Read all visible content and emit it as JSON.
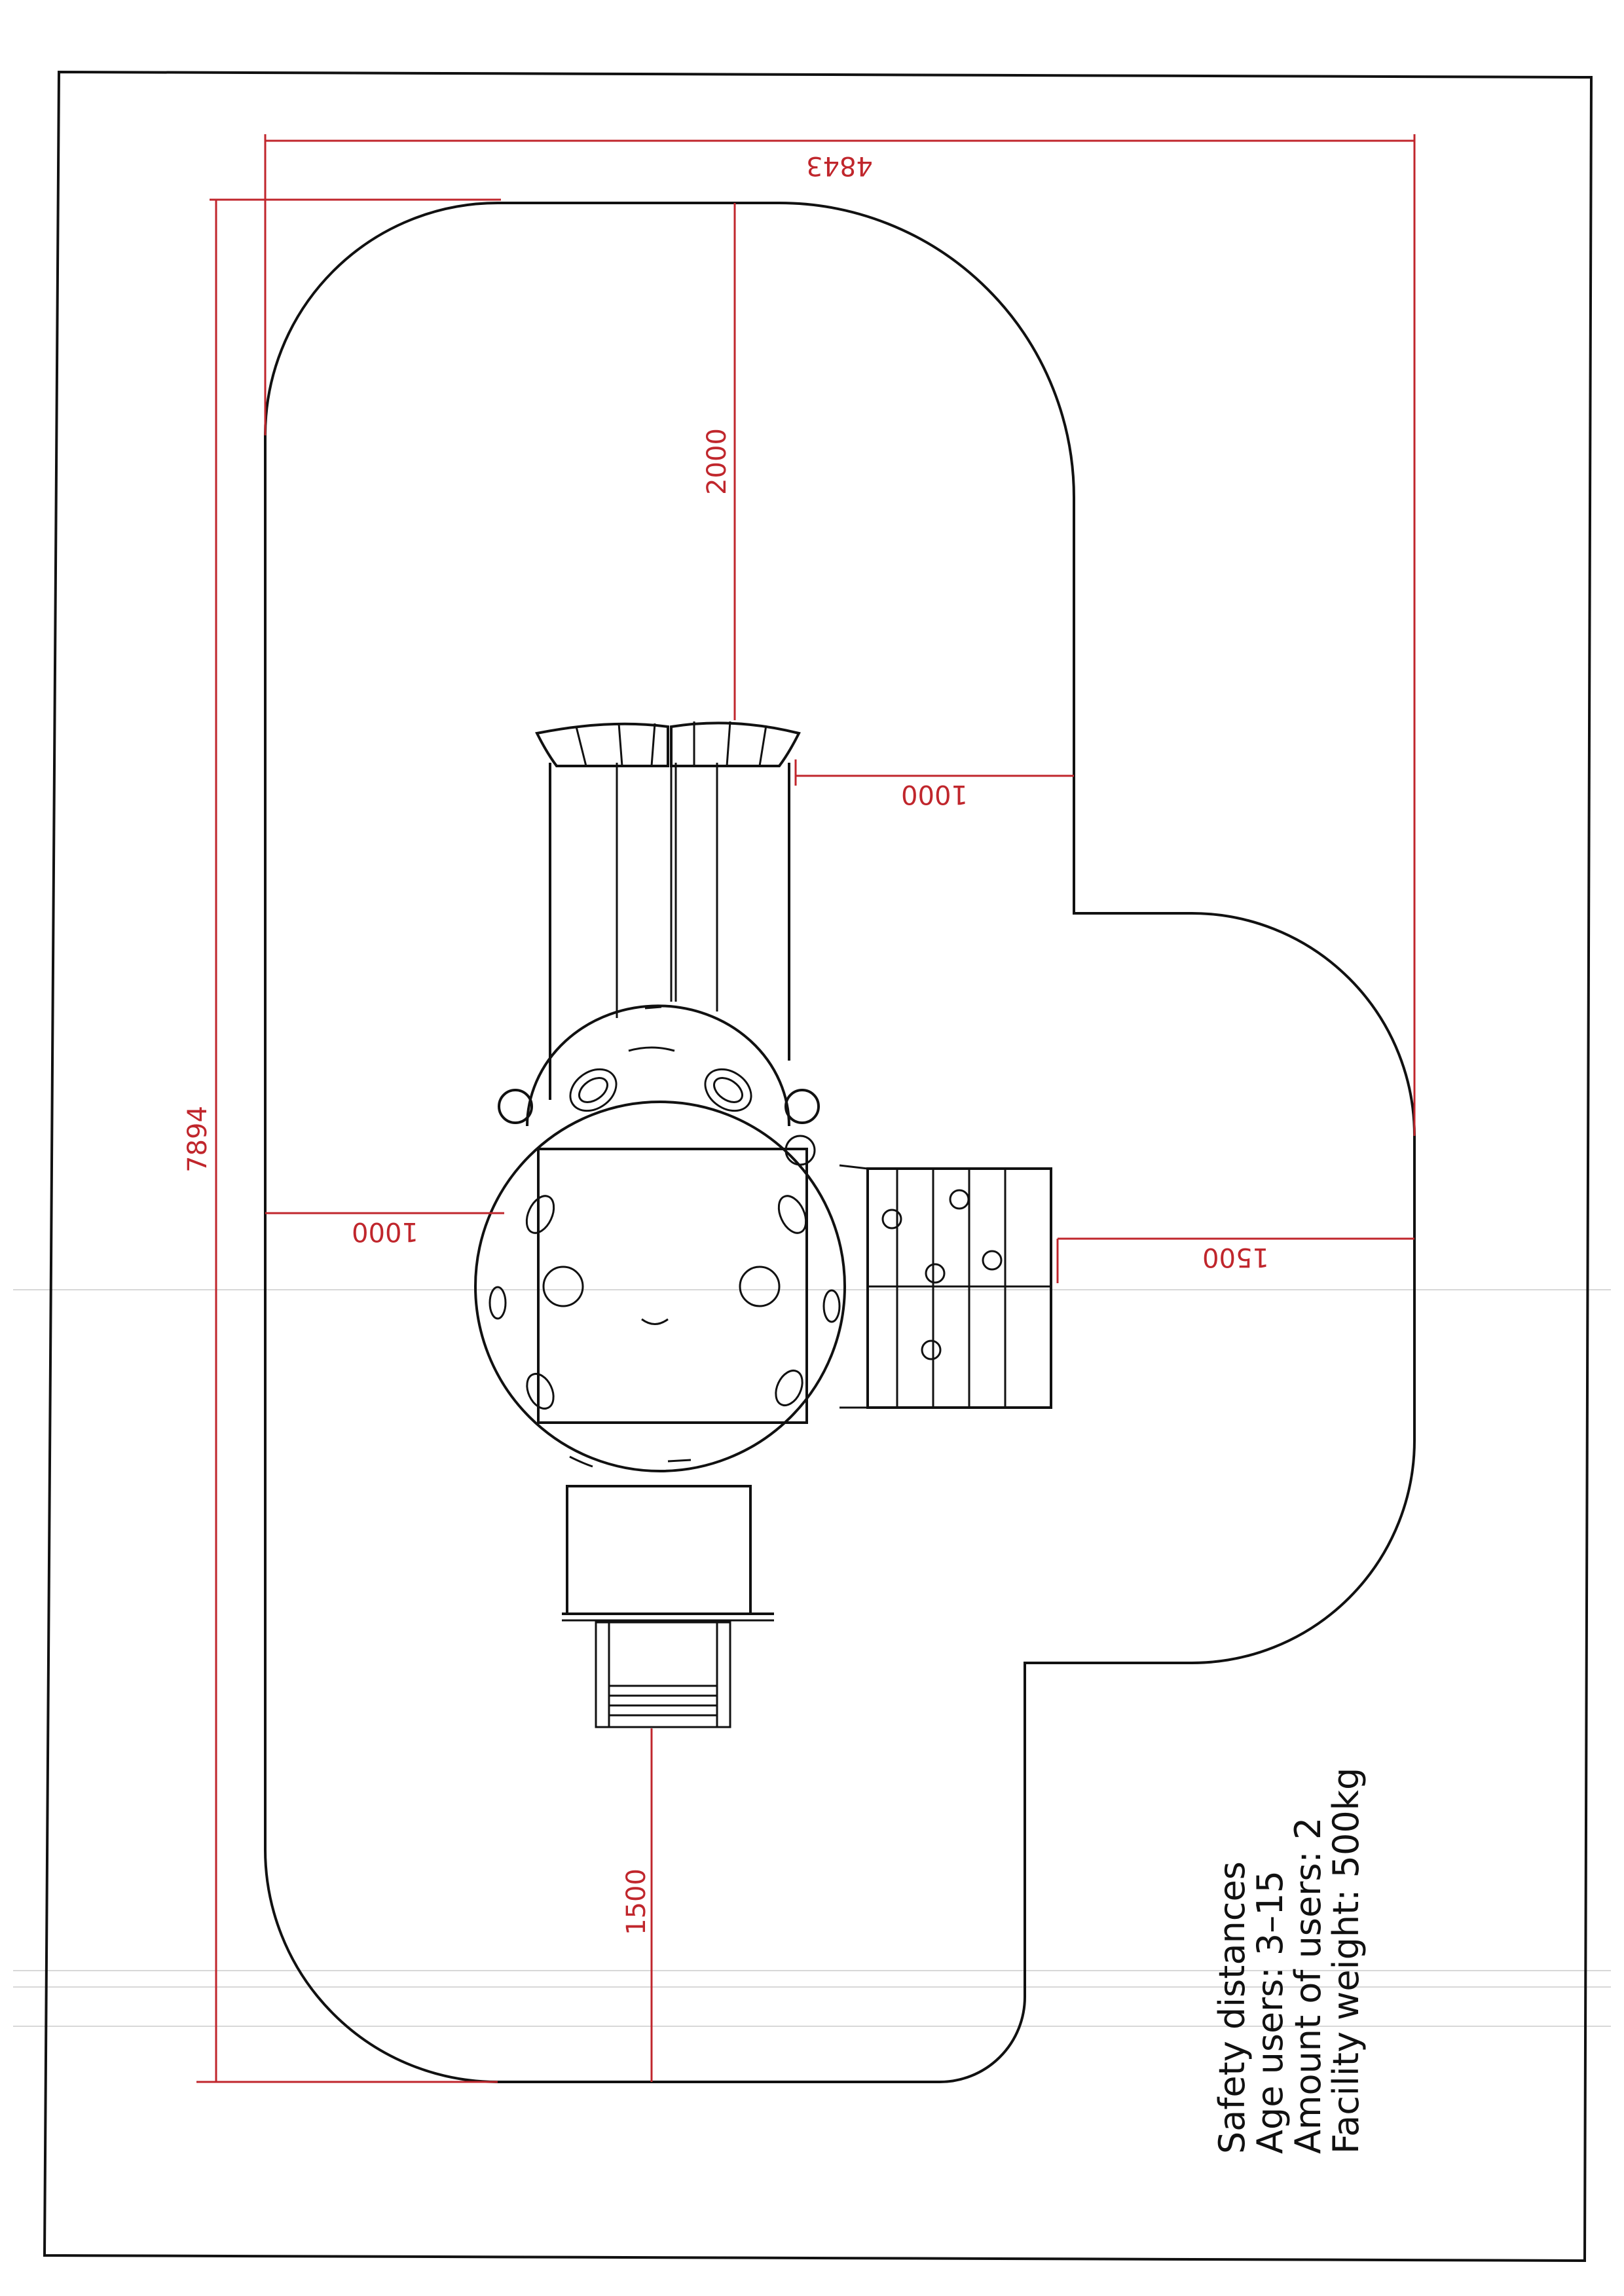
{
  "dimensions": {
    "overall_width": "4843",
    "overall_length": "7894",
    "top_clearance": "2000",
    "slide_side_clearance": "1000",
    "left_clearance": "1000",
    "right_clearance": "1500",
    "bottom_clearance": "1500"
  },
  "specs": {
    "heading": "Safety distances",
    "age_users": "Age users: 3–15",
    "amount_users": "Amount of users: 2",
    "facility_weight": "Facility weight: 500kg"
  },
  "colors": {
    "dimension": "#c0262c",
    "outline": "#111111",
    "background": "#ffffff"
  }
}
